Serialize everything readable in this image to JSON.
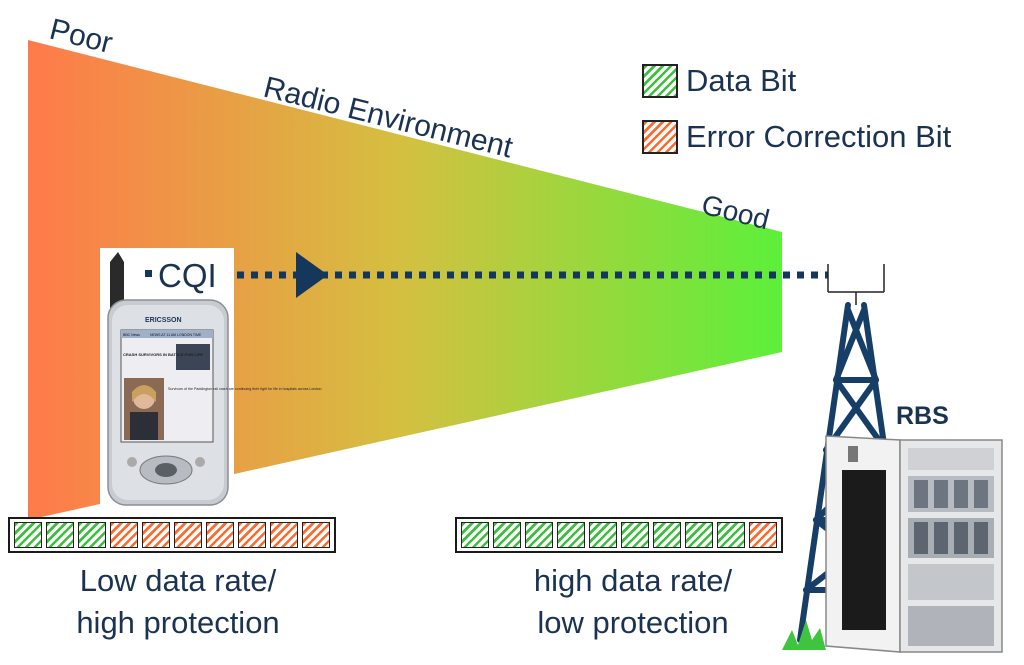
{
  "labels": {
    "poor": "Poor",
    "radio_environment": "Radio Environment",
    "good": "Good",
    "cqi": "CQI",
    "rbs": "RBS",
    "phone_brand": "ERICSSON",
    "phone_screen_headline": "CRASH SURVIVORS IN BATTLE FOR LIFE",
    "phone_screen_body": "Survivors of the Paddington rail crash are continuing their fight for life in hospitals across London.",
    "phone_screen_topbar": "NEWS AT 11 AM LONDON TIME",
    "phone_screen_channel": "BBC News"
  },
  "legend": [
    {
      "label": "Data Bit",
      "kind": "data"
    },
    {
      "label": "Error Correction Bit",
      "kind": "err"
    }
  ],
  "low_rate": {
    "caption_line1": "Low data rate/",
    "caption_line2": "high protection",
    "bits": [
      "data",
      "data",
      "data",
      "err",
      "err",
      "err",
      "err",
      "err",
      "err",
      "err"
    ]
  },
  "high_rate": {
    "caption_line1": "high data rate/",
    "caption_line2": "low protection",
    "bits": [
      "data",
      "data",
      "data",
      "data",
      "data",
      "data",
      "data",
      "data",
      "data",
      "err"
    ]
  },
  "colors": {
    "wedge_poor": "#ff7a4a",
    "wedge_mid": "#d4c040",
    "wedge_good": "#5cf03a",
    "text": "#1b3352",
    "arrow": "#15375c",
    "data_bit": "#3cbf3c",
    "error_bit": "#ff6a2e"
  }
}
